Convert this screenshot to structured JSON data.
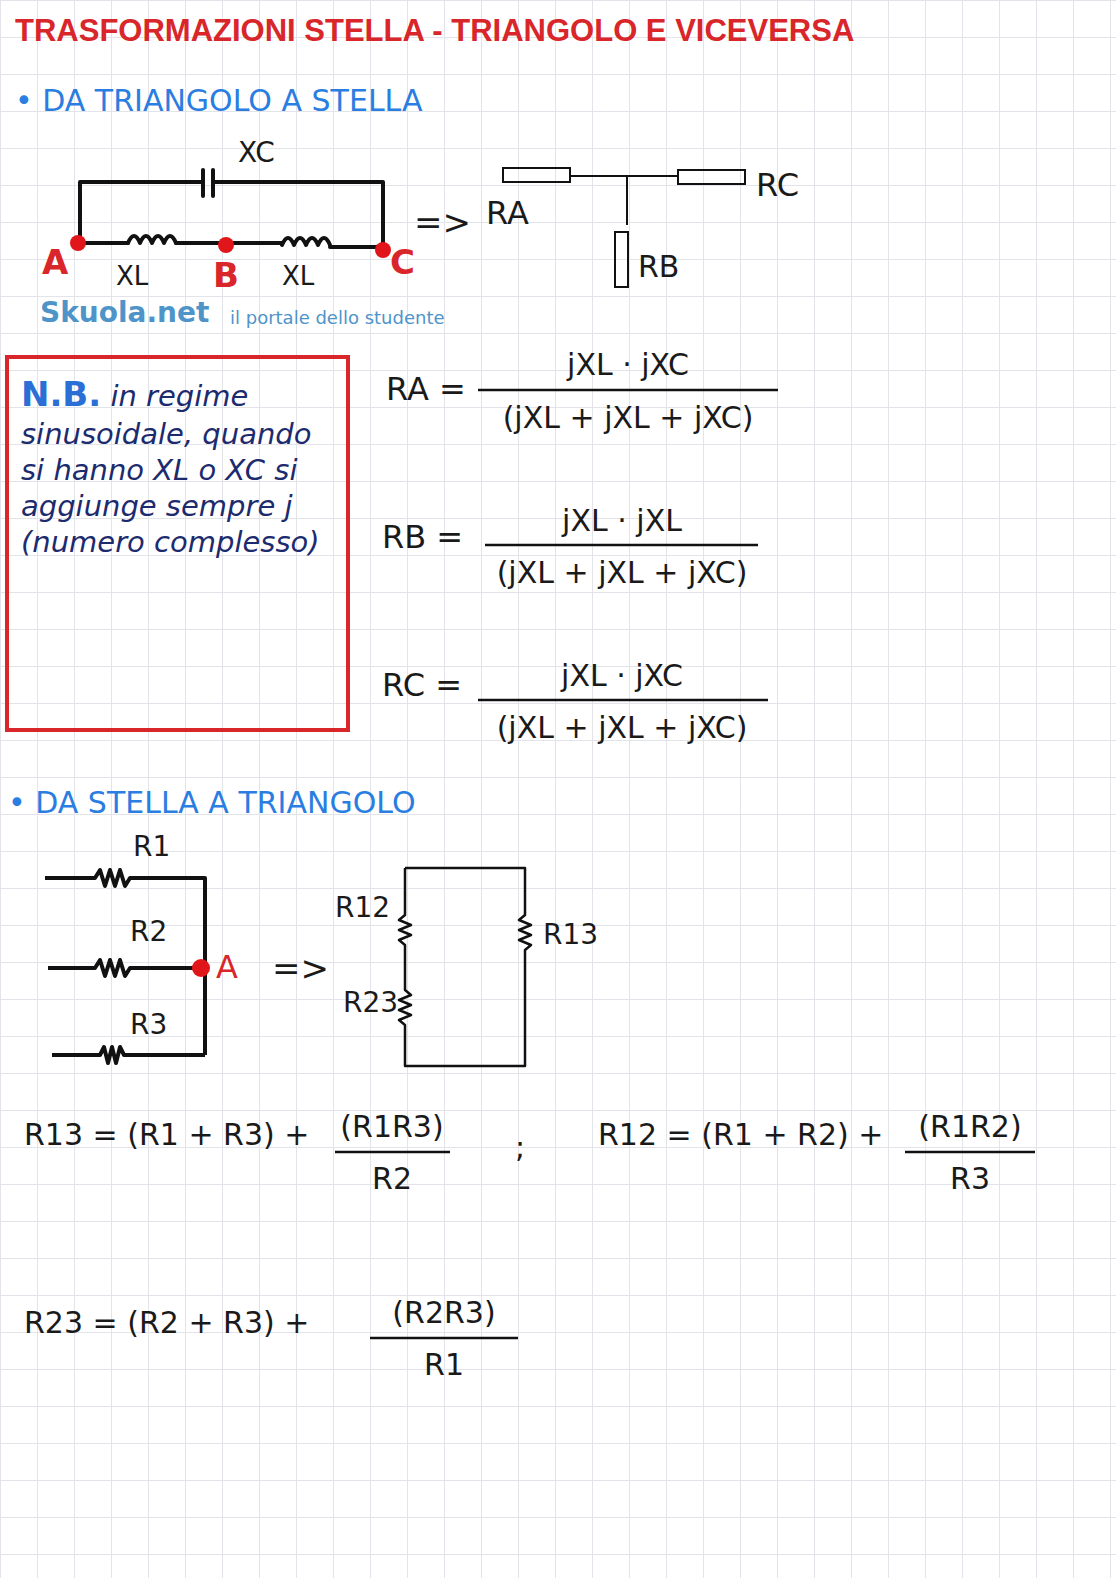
{
  "diagram": {
    "title": "TRASFORMAZIONI STELLA - TRIANGOLO E VICEVERSA",
    "nodes": [
      {
        "text": [
          "N.B.",
          "in regime sinusoidale, quando si hanno XL o XC si aggiunge sempre j (numero complesso)"
        ]
      }
    ],
    "labels": [
      "• DA TRIANGOLO A STELLA",
      "XC",
      "A",
      "XL",
      "B",
      "XL",
      "C",
      "=>",
      "RA",
      "RC",
      "RB",
      "RA =",
      "jXL · jXC",
      "(jXL + jXL + jXC)",
      "RB =",
      "jXL · jXL",
      "(jXL + jXL + jXC)",
      "RC =",
      "jXL · jXC",
      "(jXL + jXL + jXC)",
      "• DA STELLA A TRIANGOLO",
      "R1",
      "R2",
      "R3",
      "A",
      "=>",
      "R12",
      "R23",
      "R13",
      "R13 = (R1 + R3) +",
      "(R1R3)",
      "R2",
      ";",
      "R12 = (R1 + R2) +",
      "(R1R2)",
      "R3",
      "R23 = (R2 + R3) +",
      "(R2R3)",
      "R1",
      "Skuola.net",
      "il portale dello studente"
    ]
  }
}
